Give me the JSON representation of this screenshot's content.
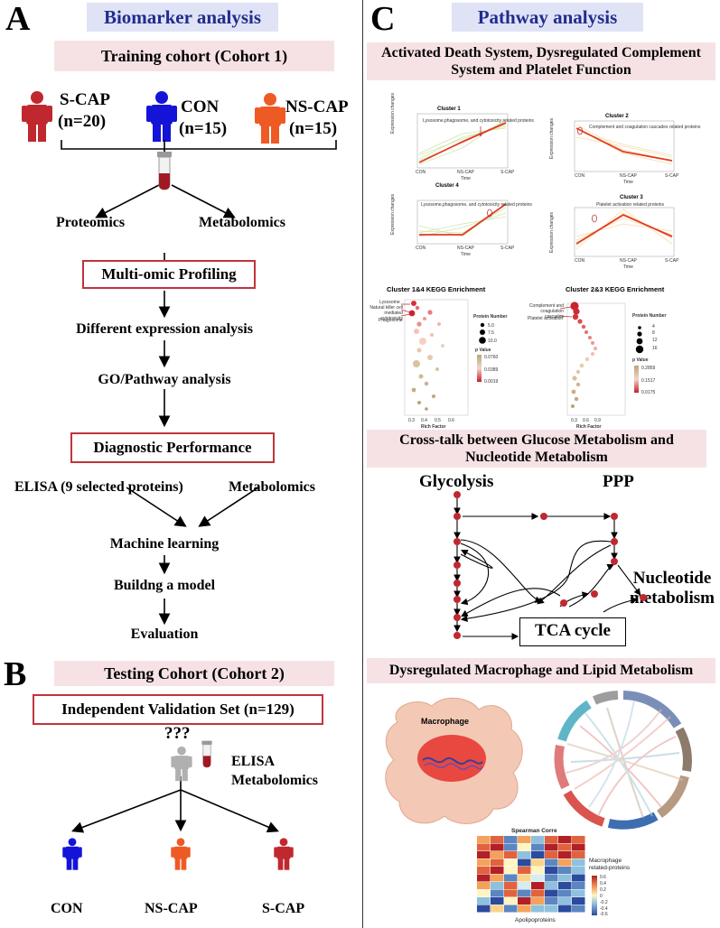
{
  "panel_a": {
    "letter": "A",
    "header": "Biomarker analysis",
    "training_header": "Training cohort (Cohort 1)",
    "groups": [
      {
        "label": "S-CAP",
        "n": "(n=20)",
        "color": "#c0282f"
      },
      {
        "label": "CON",
        "n": "(n=15)",
        "color": "#1414d8"
      },
      {
        "label": "NS-CAP",
        "n": "(n=15)",
        "color": "#ee5a24"
      }
    ],
    "proteomics": "Proteomics",
    "metabolomics": "Metabolomics",
    "profiling": "Multi-omic Profiling",
    "diff_expr": "Different expression analysis",
    "go_pathway": "GO/Pathway analysis",
    "diagnostic": "Diagnostic Performance",
    "elisa": "ELISA (9 selected proteins)",
    "metabolomics2": "Metabolomics",
    "ml": "Machine learning",
    "build": "Buildng a model",
    "evaluation": "Evaluation"
  },
  "panel_b": {
    "letter": "B",
    "testing_header": "Testing Cohort (Cohort 2)",
    "validation": "Independent Validation Set (n=129)",
    "unknown": "???",
    "elisa": "ELISA",
    "metabolomics": "Metabolomics",
    "outcomes": [
      {
        "label": "CON",
        "color": "#1414d8"
      },
      {
        "label": "NS-CAP",
        "color": "#ee5a24"
      },
      {
        "label": "S-CAP",
        "color": "#c0282f"
      }
    ]
  },
  "panel_c": {
    "letter": "C",
    "header": "Pathway analysis",
    "sec1_title": "Activated Death System, Dysregulated Complement System and Platelet Function",
    "clusters": [
      {
        "title": "Cluster 1",
        "note": "Lysosome,phagosome, and cytotoxicity related proteins"
      },
      {
        "title": "Cluster 2",
        "note": "Complement and coagulation cascades related proteins"
      },
      {
        "title": "Cluster 4",
        "note": "Lysosome,phagosome, and cytotoxicity related proteins"
      },
      {
        "title": "Cluster 3",
        "note": "Platelet activation related proteins"
      }
    ],
    "axis_x": [
      "CON",
      "NS-CAP",
      "S-CAP"
    ],
    "axis_time": "Time",
    "axis_y": "Expression changes",
    "kegg_left": {
      "title": "Cluster 1&4 KEGG Enrichment",
      "terms": [
        "Lysosome",
        "Natural killer cell mediated cytotoxicity",
        "Phagosome"
      ],
      "size_title": "Protein Number",
      "sizes": [
        "5.0",
        "7.5",
        "10.0"
      ],
      "p_title": "p Value",
      "p_vals": [
        "0.0760",
        "0.0389",
        "0.0019"
      ],
      "x_ticks": [
        "0.3",
        "0.4",
        "0.5",
        "0.6"
      ],
      "x_label": "Rich Factor"
    },
    "kegg_right": {
      "title": "Cluster 2&3 KEGG Enrichment",
      "terms": [
        "Complement and coagulation cascades",
        "Platelet activation"
      ],
      "size_title": "Protein Number",
      "sizes": [
        "4",
        "8",
        "12",
        "16"
      ],
      "p_title": "p Value",
      "p_vals": [
        "0.2859",
        "0.1517",
        "0.0175"
      ],
      "x_ticks": [
        "0.3",
        "0.6",
        "0.9"
      ],
      "x_label": "Rich Factor"
    },
    "sec2_title": "Cross-talk between Glucose Metabolism and Nucleotide Metabolism",
    "glycolysis": "Glycolysis",
    "ppp": "PPP",
    "nucleotide": "Nucleotide metabolism",
    "tca": "TCA cycle",
    "sec3_title": "Dysregulated Macrophage and Lipid Metabolism",
    "macrophage": "Macrophage",
    "heatmap_title": "Spearman Corre",
    "heatmap_xlabel": "Apolipoproteins",
    "heatmap_ylabel": "Macrophage related-proteins",
    "heat_scale": [
      "0.6",
      "0.4",
      "0.2",
      "0",
      "-0.2",
      "-0.4",
      "-0.6"
    ]
  },
  "colors": {
    "accent_red": "#c0343c",
    "blue_header": "#e0e3f6",
    "pink_header": "#f6e2e4"
  }
}
